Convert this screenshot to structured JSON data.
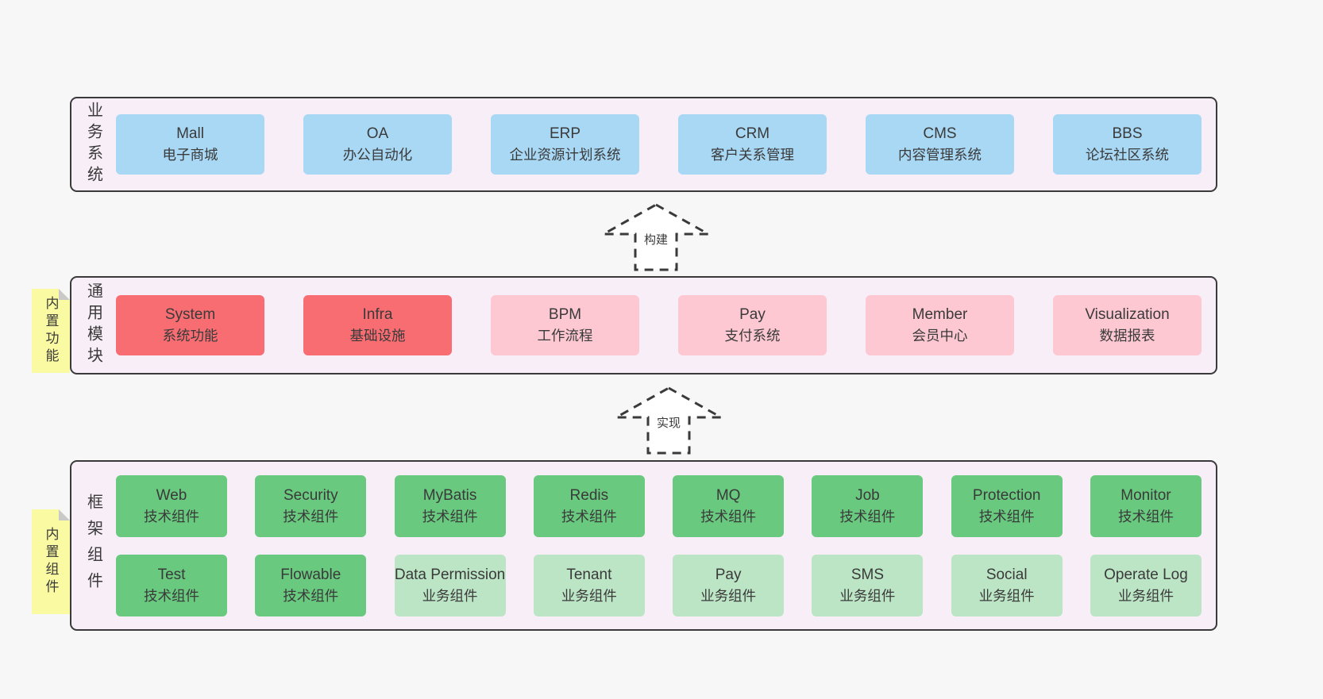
{
  "diagram": {
    "background": "#f7f7f7",
    "panel_bg": "#f8eef7",
    "panel_border": "#3a3a3a",
    "text_color": "#3a3a3a",
    "note_bg": "#fafaa3",
    "note_fold": "#c9c9c9",
    "arrow_fill": "#ffffff",
    "variant_colors": {
      "blue": "#a9d8f5",
      "red": "#f76d72",
      "pink": "#fdc8d2",
      "green": "#68c97f",
      "lightgreen": "#bce5c6"
    }
  },
  "arrows": [
    {
      "label": "构建"
    },
    {
      "label": "实现"
    }
  ],
  "panels": [
    {
      "id": "business-systems",
      "label": "业务系统",
      "rows": [
        [
          {
            "title": "Mall",
            "subtitle": "电子商城",
            "variant": "blue"
          },
          {
            "title": "OA",
            "subtitle": "办公自动化",
            "variant": "blue"
          },
          {
            "title": "ERP",
            "subtitle": "企业资源计划系统",
            "variant": "blue"
          },
          {
            "title": "CRM",
            "subtitle": "客户关系管理",
            "variant": "blue"
          },
          {
            "title": "CMS",
            "subtitle": "内容管理系统",
            "variant": "blue"
          },
          {
            "title": "BBS",
            "subtitle": "论坛社区系统",
            "variant": "blue"
          }
        ]
      ]
    },
    {
      "id": "common-modules",
      "label": "通用模块",
      "note": "内置功能",
      "rows": [
        [
          {
            "title": "System",
            "subtitle": "系统功能",
            "variant": "red"
          },
          {
            "title": "Infra",
            "subtitle": "基础设施",
            "variant": "red"
          },
          {
            "title": "BPM",
            "subtitle": "工作流程",
            "variant": "pink"
          },
          {
            "title": "Pay",
            "subtitle": "支付系统",
            "variant": "pink"
          },
          {
            "title": "Member",
            "subtitle": "会员中心",
            "variant": "pink"
          },
          {
            "title": "Visualization",
            "subtitle": "数据报表",
            "variant": "pink"
          }
        ]
      ]
    },
    {
      "id": "framework-components",
      "label": "框架组件",
      "note": "内置组件",
      "rows": [
        [
          {
            "title": "Web",
            "subtitle": "技术组件",
            "variant": "green"
          },
          {
            "title": "Security",
            "subtitle": "技术组件",
            "variant": "green"
          },
          {
            "title": "MyBatis",
            "subtitle": "技术组件",
            "variant": "green"
          },
          {
            "title": "Redis",
            "subtitle": "技术组件",
            "variant": "green"
          },
          {
            "title": "MQ",
            "subtitle": "技术组件",
            "variant": "green"
          },
          {
            "title": "Job",
            "subtitle": "技术组件",
            "variant": "green"
          },
          {
            "title": "Protection",
            "subtitle": "技术组件",
            "variant": "green"
          },
          {
            "title": "Monitor",
            "subtitle": "技术组件",
            "variant": "green"
          }
        ],
        [
          {
            "title": "Test",
            "subtitle": "技术组件",
            "variant": "green"
          },
          {
            "title": "Flowable",
            "subtitle": "技术组件",
            "variant": "green"
          },
          {
            "title": "Data Permission",
            "subtitle": "业务组件",
            "variant": "lightgreen"
          },
          {
            "title": "Tenant",
            "subtitle": "业务组件",
            "variant": "lightgreen"
          },
          {
            "title": "Pay",
            "subtitle": "业务组件",
            "variant": "lightgreen"
          },
          {
            "title": "SMS",
            "subtitle": "业务组件",
            "variant": "lightgreen"
          },
          {
            "title": "Social",
            "subtitle": "业务组件",
            "variant": "lightgreen"
          },
          {
            "title": "Operate Log",
            "subtitle": "业务组件",
            "variant": "lightgreen"
          }
        ]
      ]
    }
  ]
}
